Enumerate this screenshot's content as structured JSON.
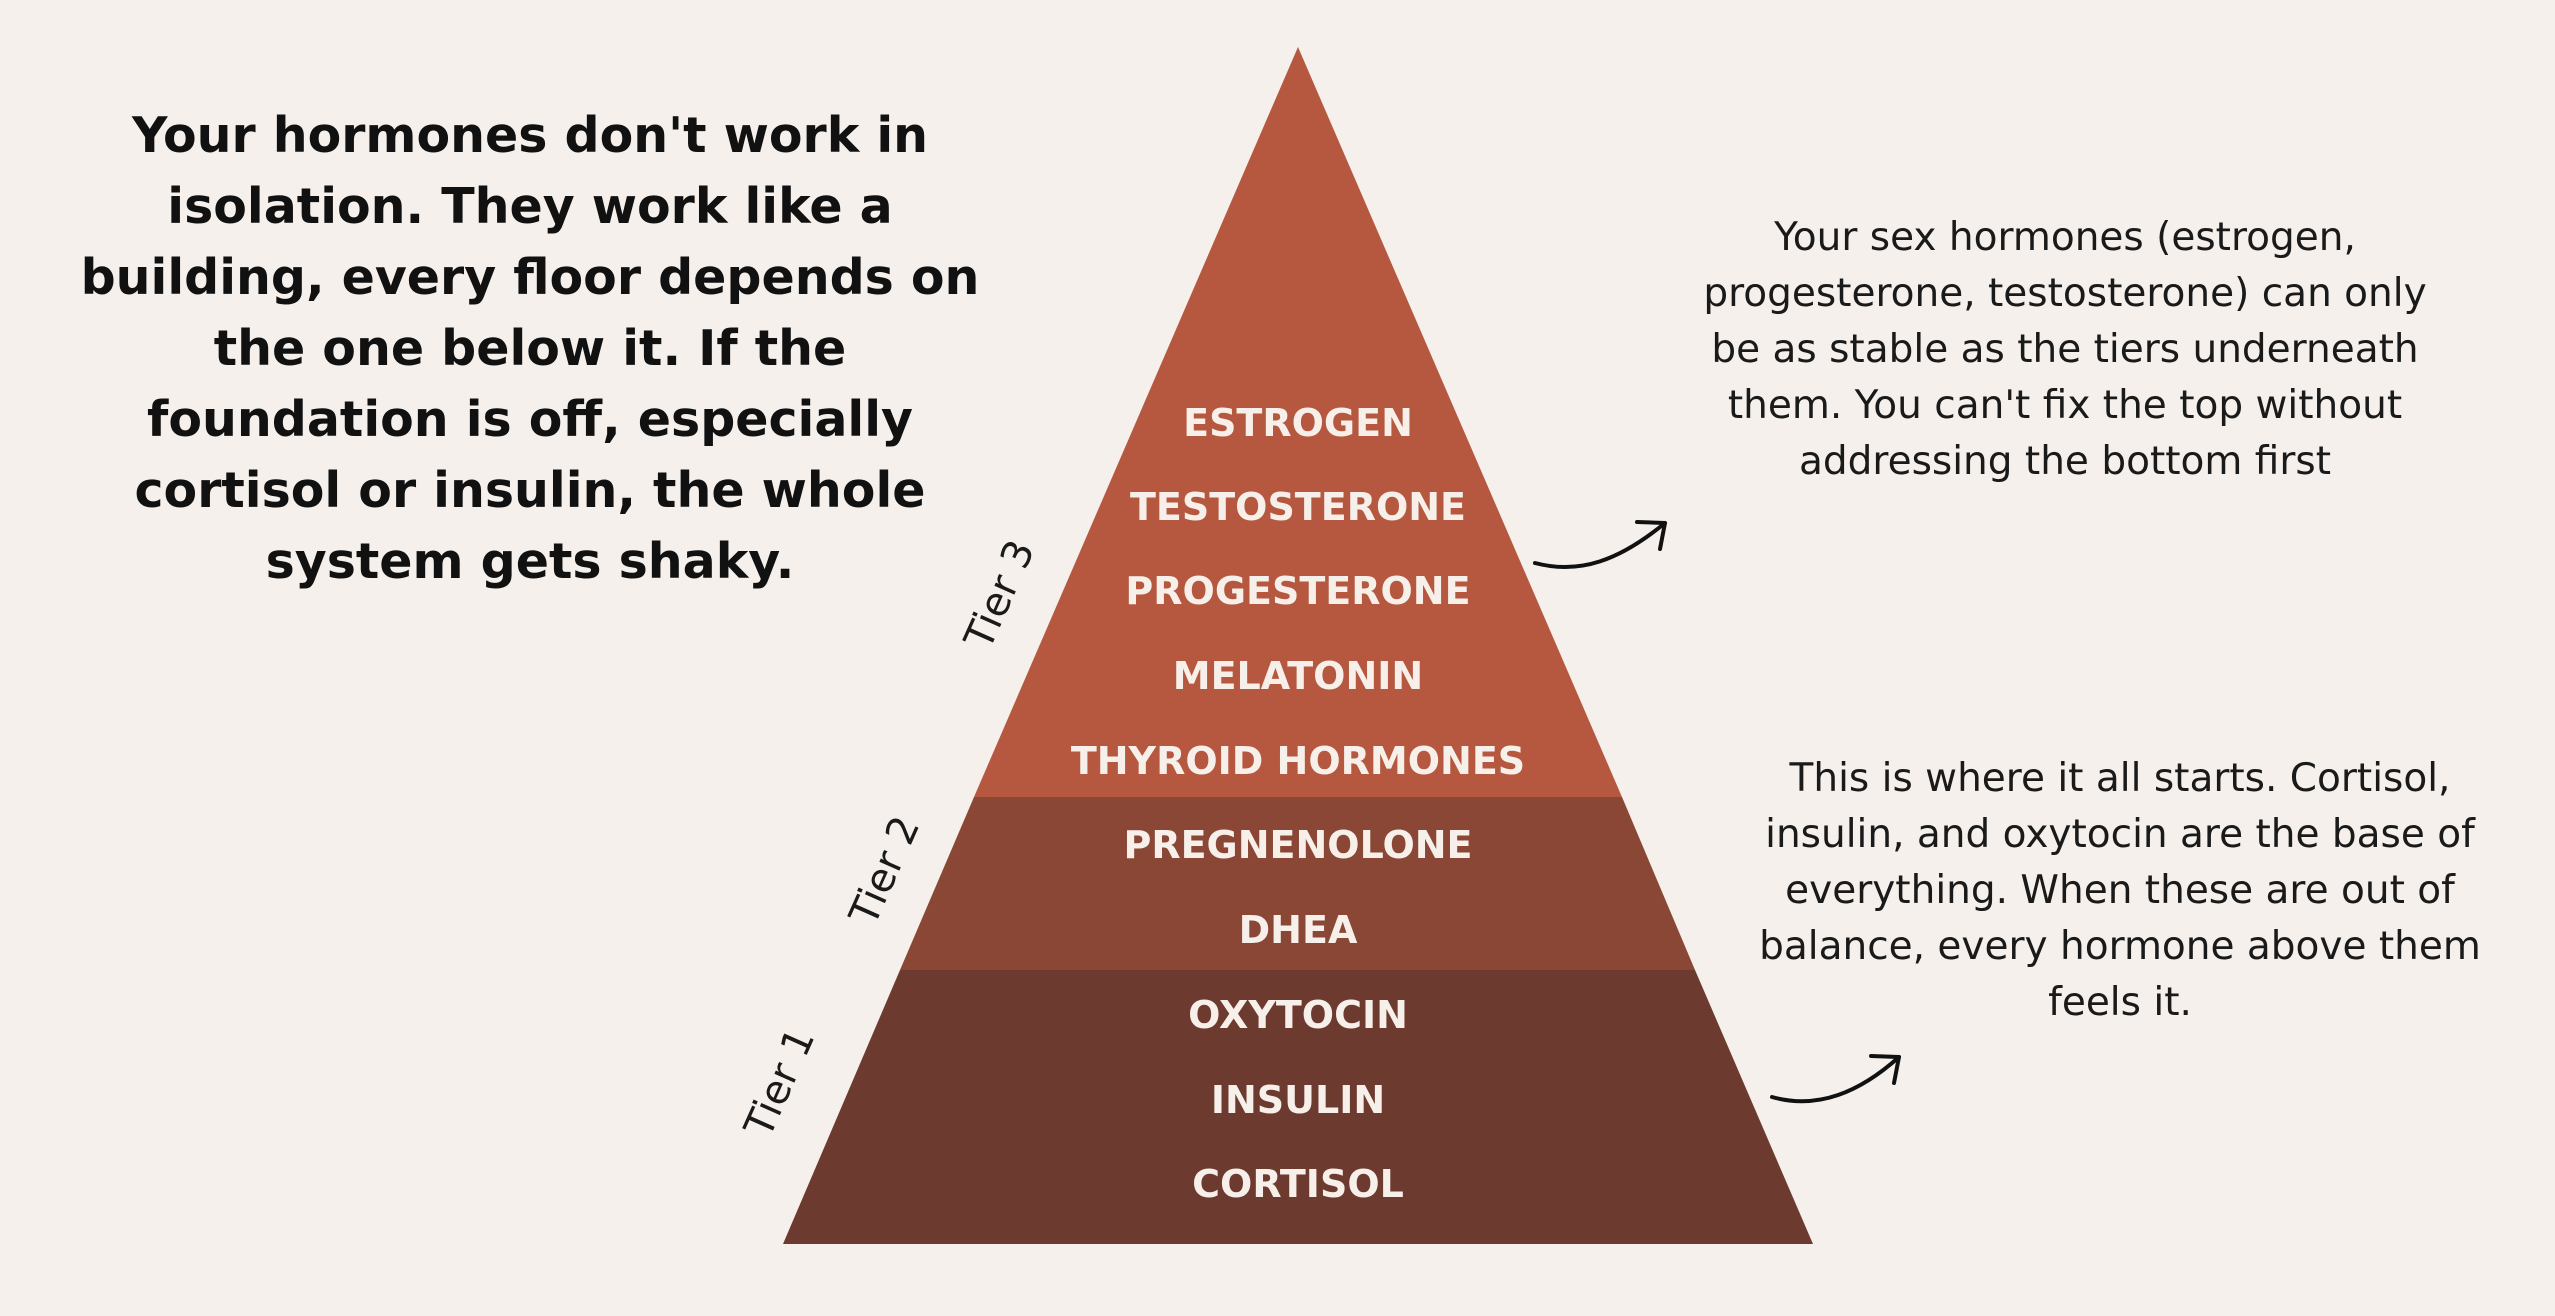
{
  "intro_text": "Your hormones don't work in isolation. They work like a building, every floor depends on the one below it. If the foundation is off, especially cortisol or insulin, the whole system gets shaky.",
  "pyramid": {
    "tiers": [
      {
        "label": "Tier 3",
        "color": "#b5583f",
        "hormones": [
          "ESTROGEN",
          "TESTOSTERONE",
          "PROGESTERONE",
          "MELATONIN",
          "THYROID HORMONES"
        ]
      },
      {
        "label": "Tier 2",
        "color": "#8a4735",
        "hormones": [
          "PREGNENOLONE",
          "DHEA"
        ]
      },
      {
        "label": "Tier 1",
        "color": "#6d3a2f",
        "hormones": [
          "OXYTOCIN",
          "INSULIN",
          "CORTISOL"
        ]
      }
    ]
  },
  "notes": {
    "top": "Your sex hormones (estrogen, progesterone, testosterone) can only be as stable as the tiers underneath them. You can't fix the top without addressing the bottom first",
    "bottom": "This is where it all starts. Cortisol, insulin, and oxytocin are the base of everything. When these are out of balance, every hormone above them feels it."
  },
  "colors": {
    "background": "#f5f0eb",
    "text_on_pyramid": "#f7efe9",
    "arrow": "#111111"
  }
}
